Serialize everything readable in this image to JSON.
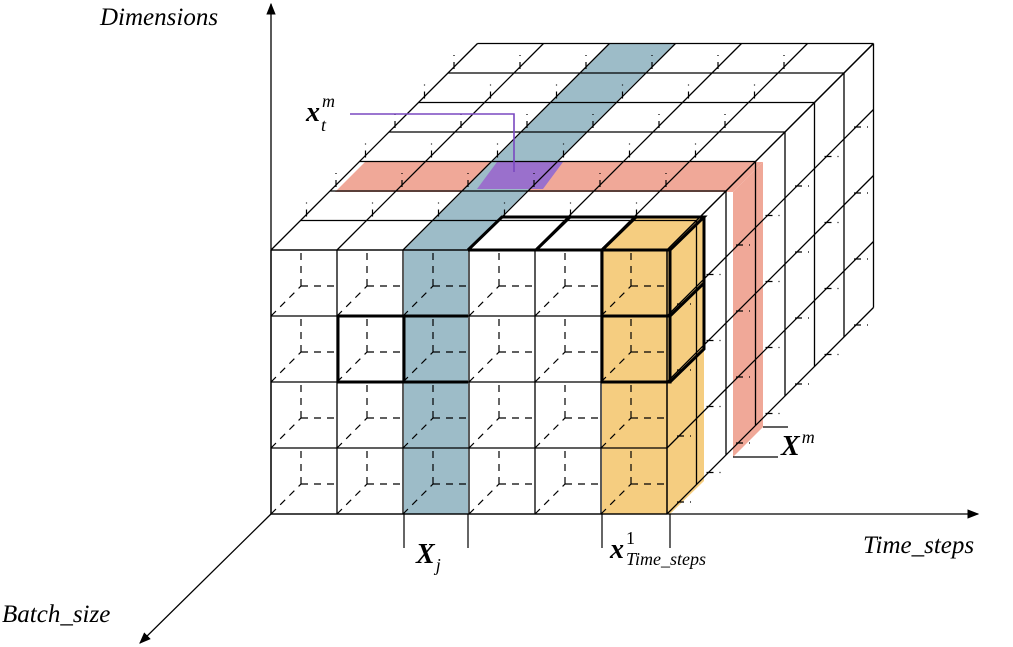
{
  "axes": {
    "dimensions": "Dimensions",
    "time_steps": "Time_steps",
    "batch_size": "Batch_size"
  },
  "labels": {
    "x_t_m": {
      "base": "x",
      "sub": "t",
      "sup": "m"
    },
    "X_m": {
      "base": "X",
      "sup": "m"
    },
    "X_j": {
      "base": "X",
      "sub": "j"
    },
    "x_time_steps_1": {
      "base": "x",
      "sub": "Time_steps",
      "sup": "1"
    }
  },
  "colors": {
    "blue_column": "#9dbcc8",
    "orange_column": "#f5cd80",
    "salmon_row": "#f0a898",
    "purple_cell": "#9a70cc",
    "purple_leader": "#7a48c0",
    "grid_line": "#000000"
  }
}
